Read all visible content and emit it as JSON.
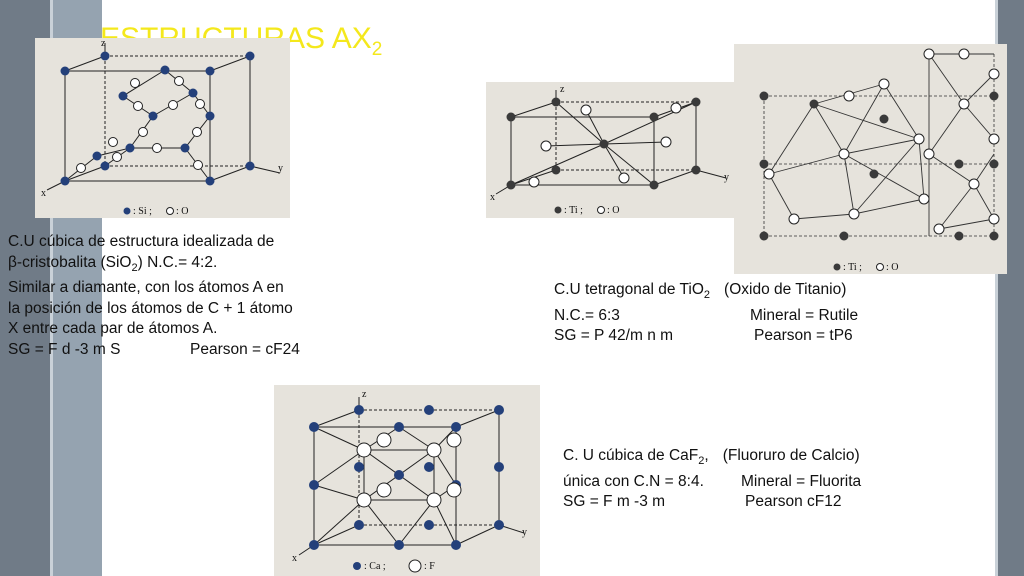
{
  "slide": {
    "title": "ESTRUCTURAS AX",
    "title_sub": "2",
    "accent_color": "#f4e81c",
    "band_color": "#707b87"
  },
  "figure_sio2": {
    "axis_z": "z",
    "axis_x": "x",
    "axis_y": "y",
    "legend_a": ": Si ;",
    "legend_b": ": O"
  },
  "figure_tio2": {
    "axis_z": "z",
    "axis_x": "x",
    "axis_y": "y",
    "legend_a": ": Ti ;",
    "legend_b": ": O"
  },
  "figure_rutile": {
    "legend_a": ": Ti ;",
    "legend_b": ": O"
  },
  "figure_caf2": {
    "axis_z": "z",
    "axis_x": "x",
    "axis_y": "y",
    "legend_a": ": Ca ;",
    "legend_b": ": F"
  },
  "caption_sio2": {
    "line1": "C.U cúbica de estructura idealizada de",
    "line2_a": "β-cristobalita (SiO",
    "line2_sub": "2",
    "line2_b": ") N.C.= 4:2.",
    "line3": "Similar a diamante, con los átomos A en",
    "line4": "la posición de los átomos de C + 1 átomo",
    "line5": "X entre cada par de átomos A.",
    "line6_a": "SG = F d -3 m S",
    "line6_b": "Pearson = cF24"
  },
  "caption_tio2": {
    "line1_a": "C.U tetragonal de TiO",
    "line1_sub": "2",
    "line1_b": "(Oxido de Titanio)",
    "line2_a": "N.C.=  6:3",
    "line2_b": "Mineral = Rutile",
    "line3_a": "SG = P 42/m n m",
    "line3_b": "Pearson = tP6"
  },
  "caption_caf2": {
    "line1_a": "C. U cúbica de CaF",
    "line1_sub": "2",
    "line1_b": ",",
    "line1_c": "(Fluoruro de Calcio)",
    "line2_a": "única  con C.N = 8:4.",
    "line2_b": "Mineral = Fluorita",
    "line3_a": "SG = F m -3 m",
    "line3_b": "Pearson     cF12"
  }
}
